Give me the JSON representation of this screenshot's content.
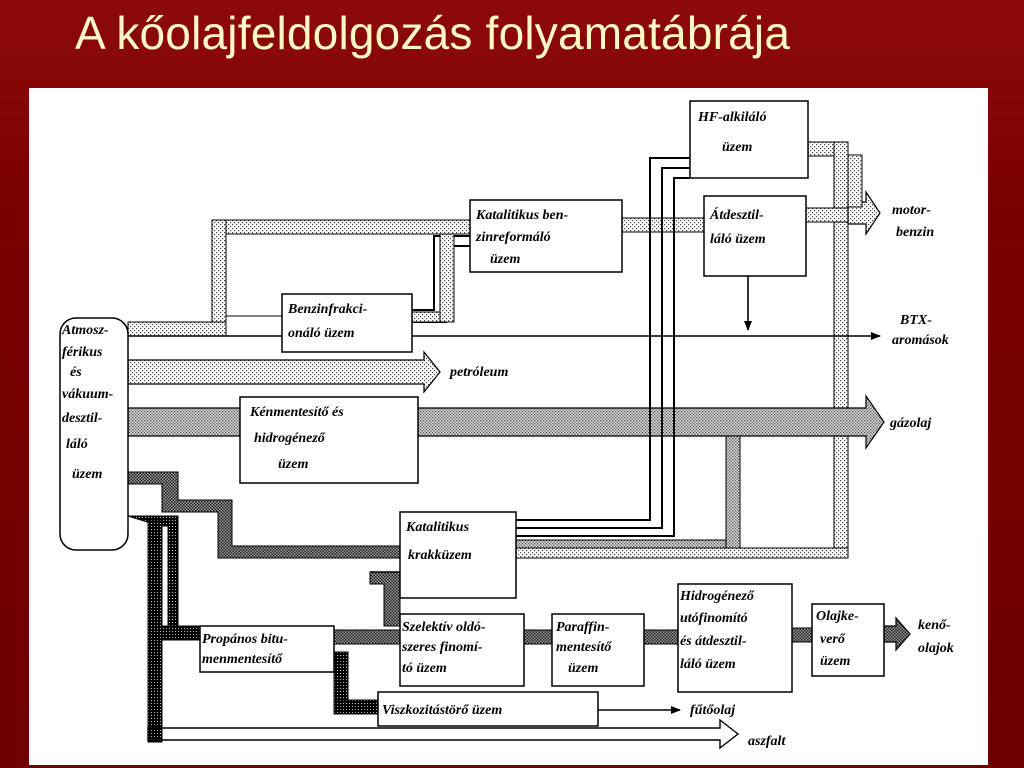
{
  "title": "A kőolajfeldolgozás folyamatábrája",
  "colors": {
    "background": "#7a0000",
    "title": "#fff7c8",
    "panel": "#ffffff"
  },
  "units": {
    "atmos": [
      "Atmosz-",
      "férikus",
      "és",
      "vákuum-",
      "desztil-",
      "láló",
      "üzem"
    ],
    "hf": [
      "HF-alkiláló",
      "üzem"
    ],
    "reform": [
      "Katalitikus ben-",
      "zinreformáló",
      "üzem"
    ],
    "atdeszt": [
      "Átdesztil-",
      "láló üzem"
    ],
    "benzinfrakc": [
      "Benzinfrakci-",
      "onáló üzem"
    ],
    "kenmentesito": [
      "Kénmentesítő és",
      "hidrogénező",
      "üzem"
    ],
    "krakk": [
      "Katalitikus",
      "krakküzem"
    ],
    "propanos": [
      "Propános bitu-",
      "menmentesítő"
    ],
    "szelektiv": [
      "Szelektív oldó-",
      "szeres finomí-",
      "tó üzem"
    ],
    "paraffin": [
      "Paraffin-",
      "mentesítő",
      "üzem"
    ],
    "hidrogenezo": [
      "Hidrogénező",
      "utófinomító",
      "és átdesztil-",
      "láló üzem"
    ],
    "olajkevero": [
      "Olajke-",
      "verő",
      "üzem"
    ],
    "viszko": [
      "Viszkozitástörő üzem"
    ]
  },
  "products": {
    "motorbenzin": [
      "motor-",
      "benzin"
    ],
    "btx": [
      "BTX-",
      "aromások"
    ],
    "petroleum": [
      "petróleum"
    ],
    "gazolaj": [
      "gázolaj"
    ],
    "kenoolajok": [
      "kenő-",
      "olajok"
    ],
    "futoolaj": [
      "fűtőolaj"
    ],
    "aszfalt": [
      "aszfalt"
    ]
  }
}
